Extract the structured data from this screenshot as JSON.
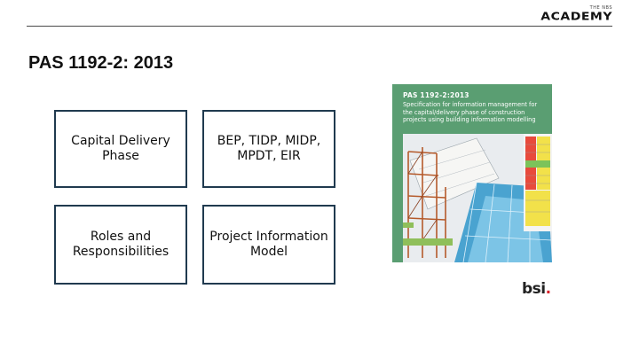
{
  "logo": {
    "small": "THE NBS",
    "main": "ACADEMY"
  },
  "slide": {
    "title": "PAS 1192-2: 2013"
  },
  "boxes": [
    {
      "label": "Capital Delivery Phase"
    },
    {
      "label": "BEP, TIDP, MIDP, MPDT, EIR"
    },
    {
      "label": "Roles and Responsibilities"
    },
    {
      "label": "Project Information Model"
    }
  ],
  "cover": {
    "code": "PAS 1192-2:2013",
    "description": "Specification for information management for the capital/delivery phase of construction projects using building information modelling",
    "background_color": "#5a9e72"
  },
  "brand": {
    "name": "bsi",
    "dot": "."
  }
}
